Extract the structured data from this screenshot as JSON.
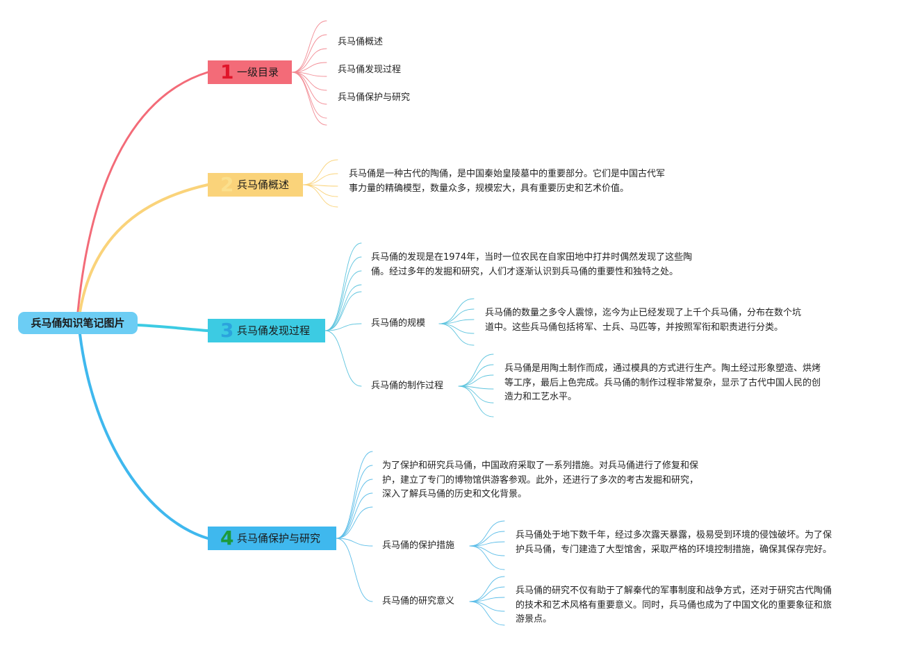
{
  "root": {
    "label": "兵马俑知识笔记图片"
  },
  "colors": {
    "branch1": "#f36b78",
    "branch2": "#fad37a",
    "branch3": "#3ccbe3",
    "branch4": "#3fb8ee",
    "num1": "#e0152a",
    "num2": "#fbe08e",
    "num3": "#2ba3dd",
    "num4": "#1d9a3c"
  },
  "branches": [
    {
      "number": "1",
      "label": "一级目录",
      "items": [
        "兵马俑概述",
        "兵马俑发现过程",
        "兵马俑保护与研究"
      ]
    },
    {
      "number": "2",
      "label": "兵马俑概述",
      "text_lines": [
        "兵马俑是一种古代的陶俑，是中国秦始皇陵墓中的重要部分。它们是中国古代军",
        "事力量的精确模型，数量众多，规模宏大，具有重要历史和艺术价值。"
      ]
    },
    {
      "number": "3",
      "label": "兵马俑发现过程",
      "intro_lines": [
        "兵马俑的发现是在1974年，当时一位农民在自家田地中打井时偶然发现了这些陶",
        "俑。经过多年的发掘和研究，人们才逐渐认识到兵马俑的重要性和独特之处。"
      ],
      "subs": [
        {
          "label": "兵马俑的规模",
          "text_lines": [
            "兵马俑的数量之多令人震惊，迄今为止已经发现了上千个兵马俑，分布在数个坑",
            "道中。这些兵马俑包括将军、士兵、马匹等，并按照军衔和职责进行分类。"
          ]
        },
        {
          "label": "兵马俑的制作过程",
          "text_lines": [
            "兵马俑是用陶土制作而成，通过模具的方式进行生产。陶土经过形象塑造、烘烤",
            "等工序，最后上色完成。兵马俑的制作过程非常复杂，显示了古代中国人民的创",
            "造力和工艺水平。"
          ]
        }
      ]
    },
    {
      "number": "4",
      "label": "兵马俑保护与研究",
      "intro_lines": [
        "为了保护和研究兵马俑，中国政府采取了一系列措施。对兵马俑进行了修复和保",
        "护，建立了专门的博物馆供游客参观。此外，还进行了多次的考古发掘和研究，",
        "深入了解兵马俑的历史和文化背景。"
      ],
      "subs": [
        {
          "label": "兵马俑的保护措施",
          "text_lines": [
            "兵马俑处于地下数千年，经过多次露天暴露，极易受到环境的侵蚀破坏。为了保",
            "护兵马俑，专门建造了大型馆舍，采取严格的环境控制措施，确保其保存完好。"
          ]
        },
        {
          "label": "兵马俑的研究意义",
          "text_lines": [
            "兵马俑的研究不仅有助于了解秦代的军事制度和战争方式，还对于研究古代陶俑",
            "的技术和艺术风格有重要意义。同时，兵马俑也成为了中国文化的重要象征和旅",
            "游景点。"
          ]
        }
      ]
    }
  ]
}
